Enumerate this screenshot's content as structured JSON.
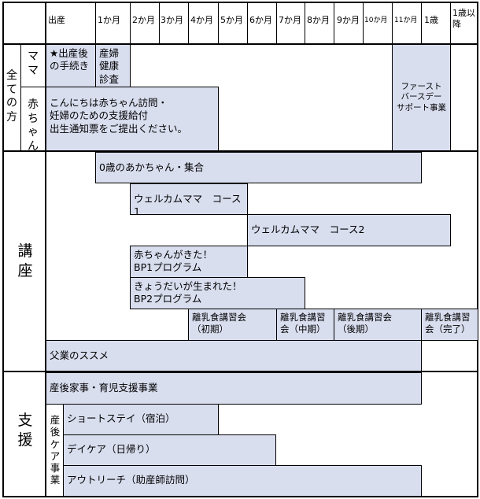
{
  "months": [
    "出産",
    "1か月",
    "2か月",
    "3か月",
    "4か月",
    "5か月",
    "6か月",
    "7か月",
    "8か月",
    "9か月",
    "10か月",
    "11か月",
    "1歳",
    "1歳以降"
  ],
  "groups": {
    "all": "全ての方",
    "mama": "ママ",
    "baby": "赤ちゃん",
    "course": "講座",
    "support": "支援",
    "postpartum_care": "産後ケア事業"
  },
  "bars": {
    "procedure": "★出産後の手続き",
    "checkup": "産婦健康診査",
    "visit": "こんにちは赤ちゃん訪問・\n妊婦のための支援給付\n出生通知票をご提出ください。",
    "first_birthday": "ファースト\nバースデー\nサポート事業",
    "baby_meetup": "0歳のあかちゃん・集合",
    "welcome1": "ウェルカムママ　コース1",
    "welcome2": "ウェルカムママ　コース2",
    "bp1": "赤ちゃんがきた！\nBP1プログラム",
    "bp2": "きょうだいが生まれた！\nBP2プログラム",
    "weaning1": "離乳食講習会\n（初期）",
    "weaning2": "離乳食講習\n会（中期）",
    "weaning3": "離乳食講習会\n（後期）",
    "weaning4": "離乳食講習\n会（完了）",
    "father": "父業のススメ",
    "housework": "産後家事・育児支援事業",
    "shortstay": "ショートステイ（宿泊）",
    "daycare": "デイケア（日帰り）",
    "outreach": "アウトリーチ（助産師訪問）"
  },
  "colors": {
    "bar_fill": "#d9deef",
    "line": "#000000"
  }
}
